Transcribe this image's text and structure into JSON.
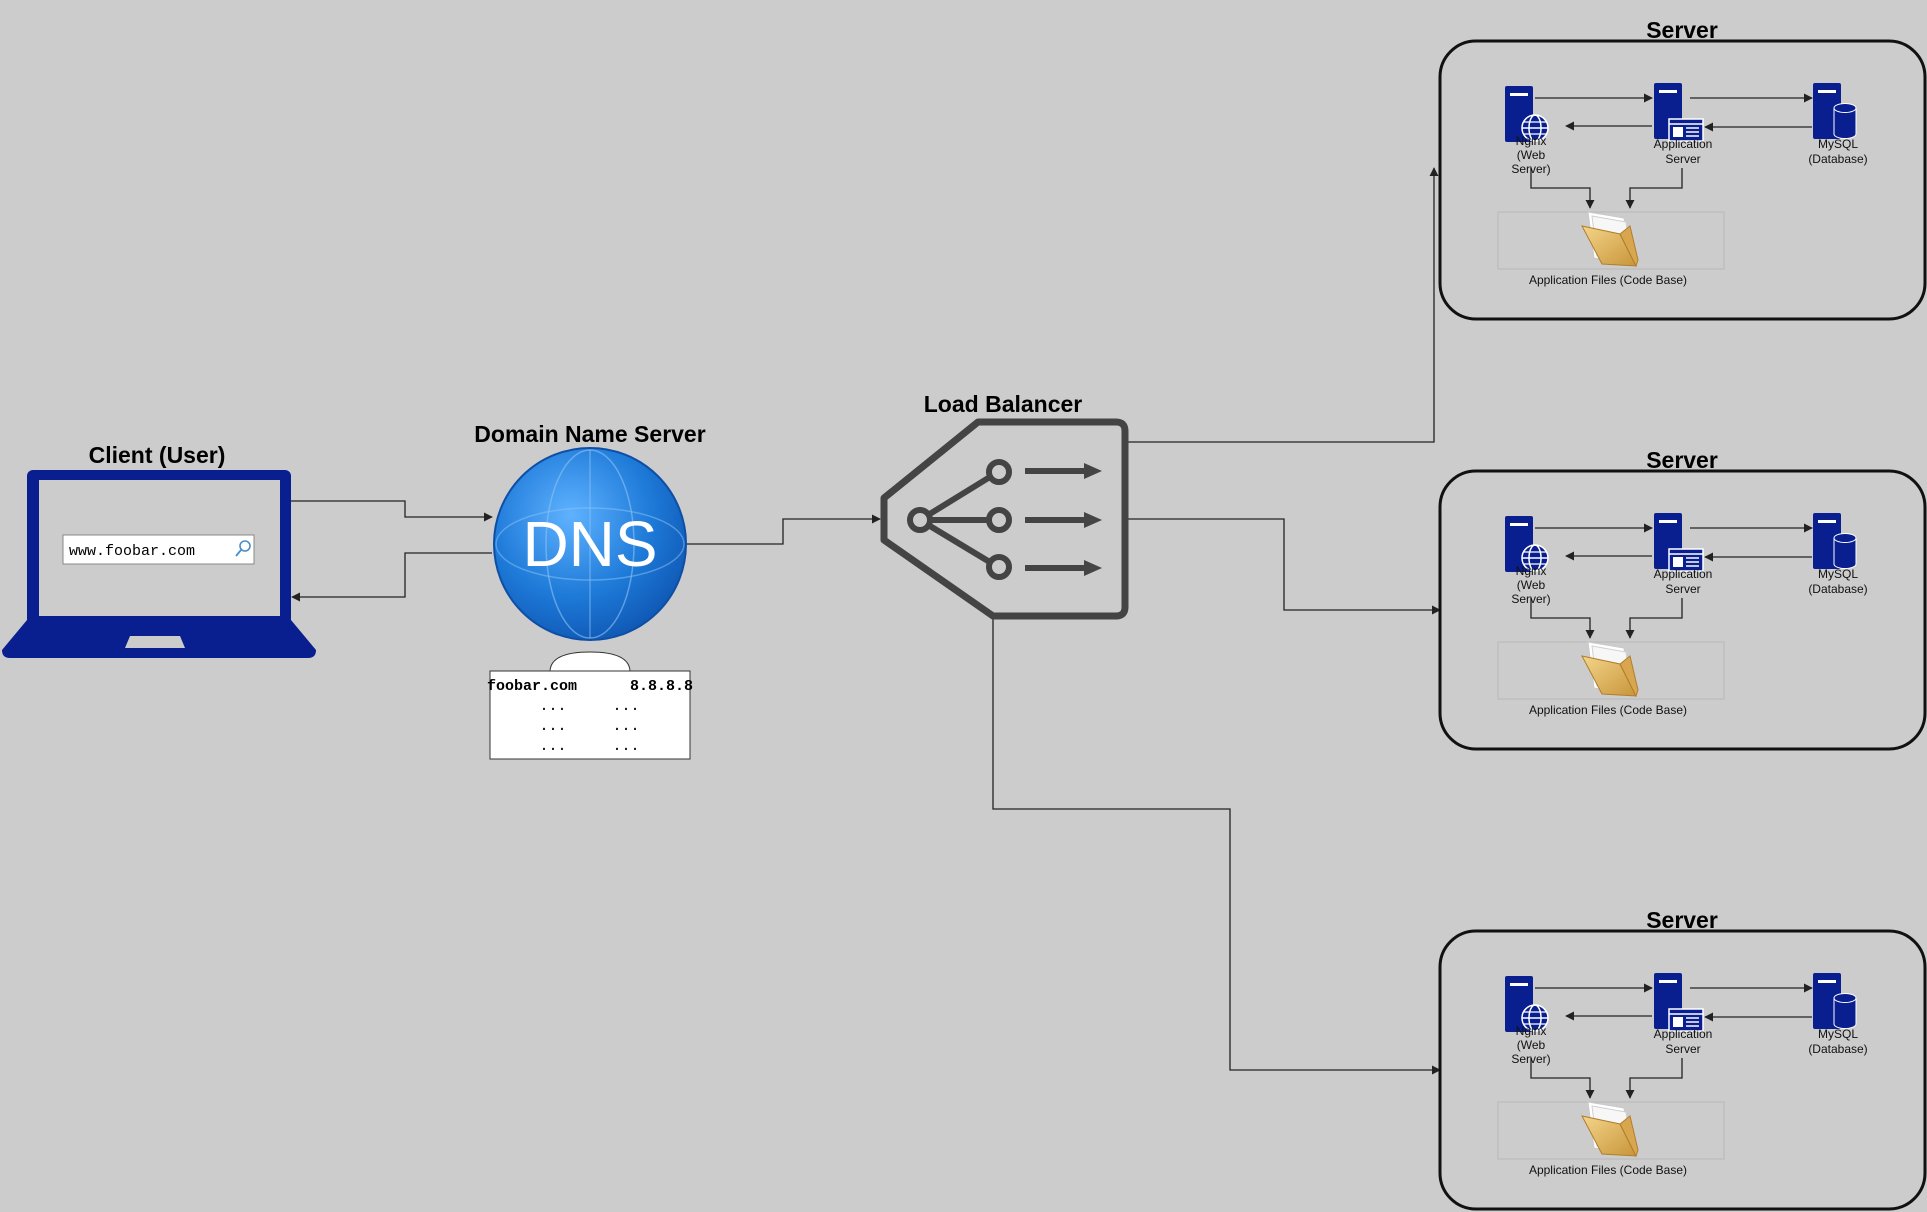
{
  "client": {
    "title": "Client (User)",
    "search_value": "www.foobar.com",
    "icons": [
      "laptop-icon",
      "search-icon"
    ]
  },
  "dns": {
    "title": "Domain Name Server",
    "logo_text": "DNS",
    "table": {
      "rows": [
        [
          "foobar.com",
          "8.8.8.8"
        ],
        [
          "...",
          "..."
        ],
        [
          "...",
          "..."
        ],
        [
          "...",
          "..."
        ]
      ]
    }
  },
  "load_balancer": {
    "title": "Load Balancer",
    "icon": "load-balancer-icon"
  },
  "servers": [
    {
      "title": "Server",
      "web": "Nginx\n(Web\nServer)",
      "app": "Application\nServer",
      "db": "MySQL\n(Database)",
      "files": "Application Files (Code Base)"
    },
    {
      "title": "Server",
      "web": "Nginx\n(Web\nServer)",
      "app": "Application\nServer",
      "db": "MySQL\n(Database)",
      "files": "Application Files (Code Base)"
    },
    {
      "title": "Server",
      "web": "Nginx\n(Web\nServer)",
      "app": "Application\nServer",
      "db": "MySQL\n(Database)",
      "files": "Application Files (Code Base)"
    }
  ],
  "colors": {
    "background": "#cccccc",
    "navy": "#0a1f8f",
    "dns_blue": "#1e7ad8",
    "balancer_gray": "#444444",
    "folder": "#e8b95a"
  }
}
